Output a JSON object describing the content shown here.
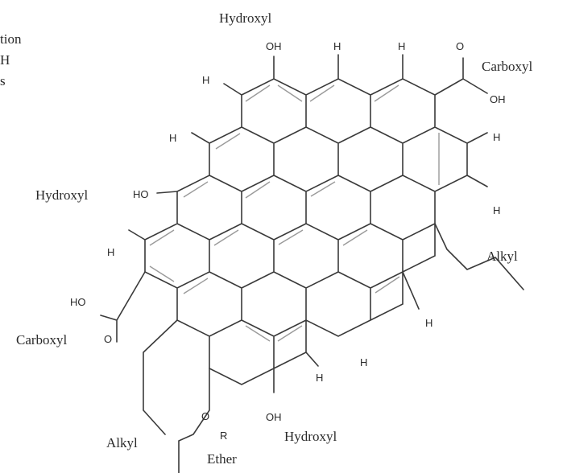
{
  "labels": {
    "hydroxyl_top": "Hydroxyl",
    "hydroxyl_left": "Hydroxyl",
    "hydroxyl_bottom": "Hydroxyl",
    "carboxyl_right": "Carboxyl",
    "carboxyl_left": "Carboxyl",
    "alkyl_right": "Alkyl",
    "alkyl_bottom": "Alkyl",
    "ether": "Ether",
    "cut_line1": "tion",
    "cut_line2": "H",
    "cut_line3": "s"
  },
  "atoms": {
    "oh": "OH",
    "ho": "HO",
    "h": "H",
    "o": "O",
    "r": "R"
  }
}
